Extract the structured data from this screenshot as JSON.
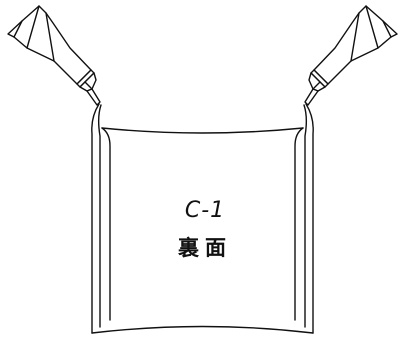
{
  "panel": {
    "code": "C-1",
    "side": "裏面"
  },
  "tubes": [
    "glue-tube-left",
    "glue-tube-right"
  ]
}
